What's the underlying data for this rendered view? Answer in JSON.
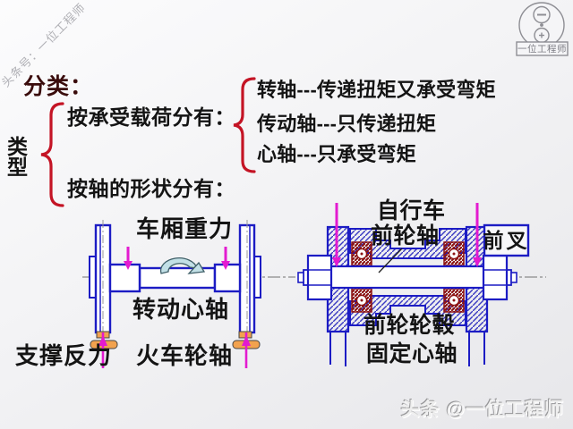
{
  "slide": {
    "watermark_diagonal": "头条号：一位工程师",
    "watermark_bottom": "头条 @一位工程师",
    "logo_label": "一位工程师"
  },
  "classification": {
    "heading": "分类：",
    "type_label": "类型",
    "by_load_label": "按承受载荷分有：",
    "by_shape_label": "按轴的形状分有：",
    "load_types": [
      "转轴---传递扭矩又承受弯矩",
      "传动轴---只传递扭矩",
      "心轴---只承受弯矩"
    ]
  },
  "train_axle_diagram": {
    "carriage_weight": "车厢重力",
    "rotating_spindle": "转动心轴",
    "support_reaction": "支撑反力",
    "caption": "火车轮轴"
  },
  "bicycle_axle_diagram": {
    "title_line1": "自行车",
    "title_line2": "前轮轴",
    "front_fork": "前叉",
    "front_hub": "前轮轮毂",
    "fixed_spindle": "固定心轴"
  },
  "colors": {
    "brace_red": "#c41425",
    "diagram_blue": "#1c1cc4",
    "force_magenta": "#e31bd0",
    "rail_orange": "#f2a24e",
    "bearing_dark_red": "#8c1212",
    "rotation_arrow_fill": "#c2e0e6"
  }
}
